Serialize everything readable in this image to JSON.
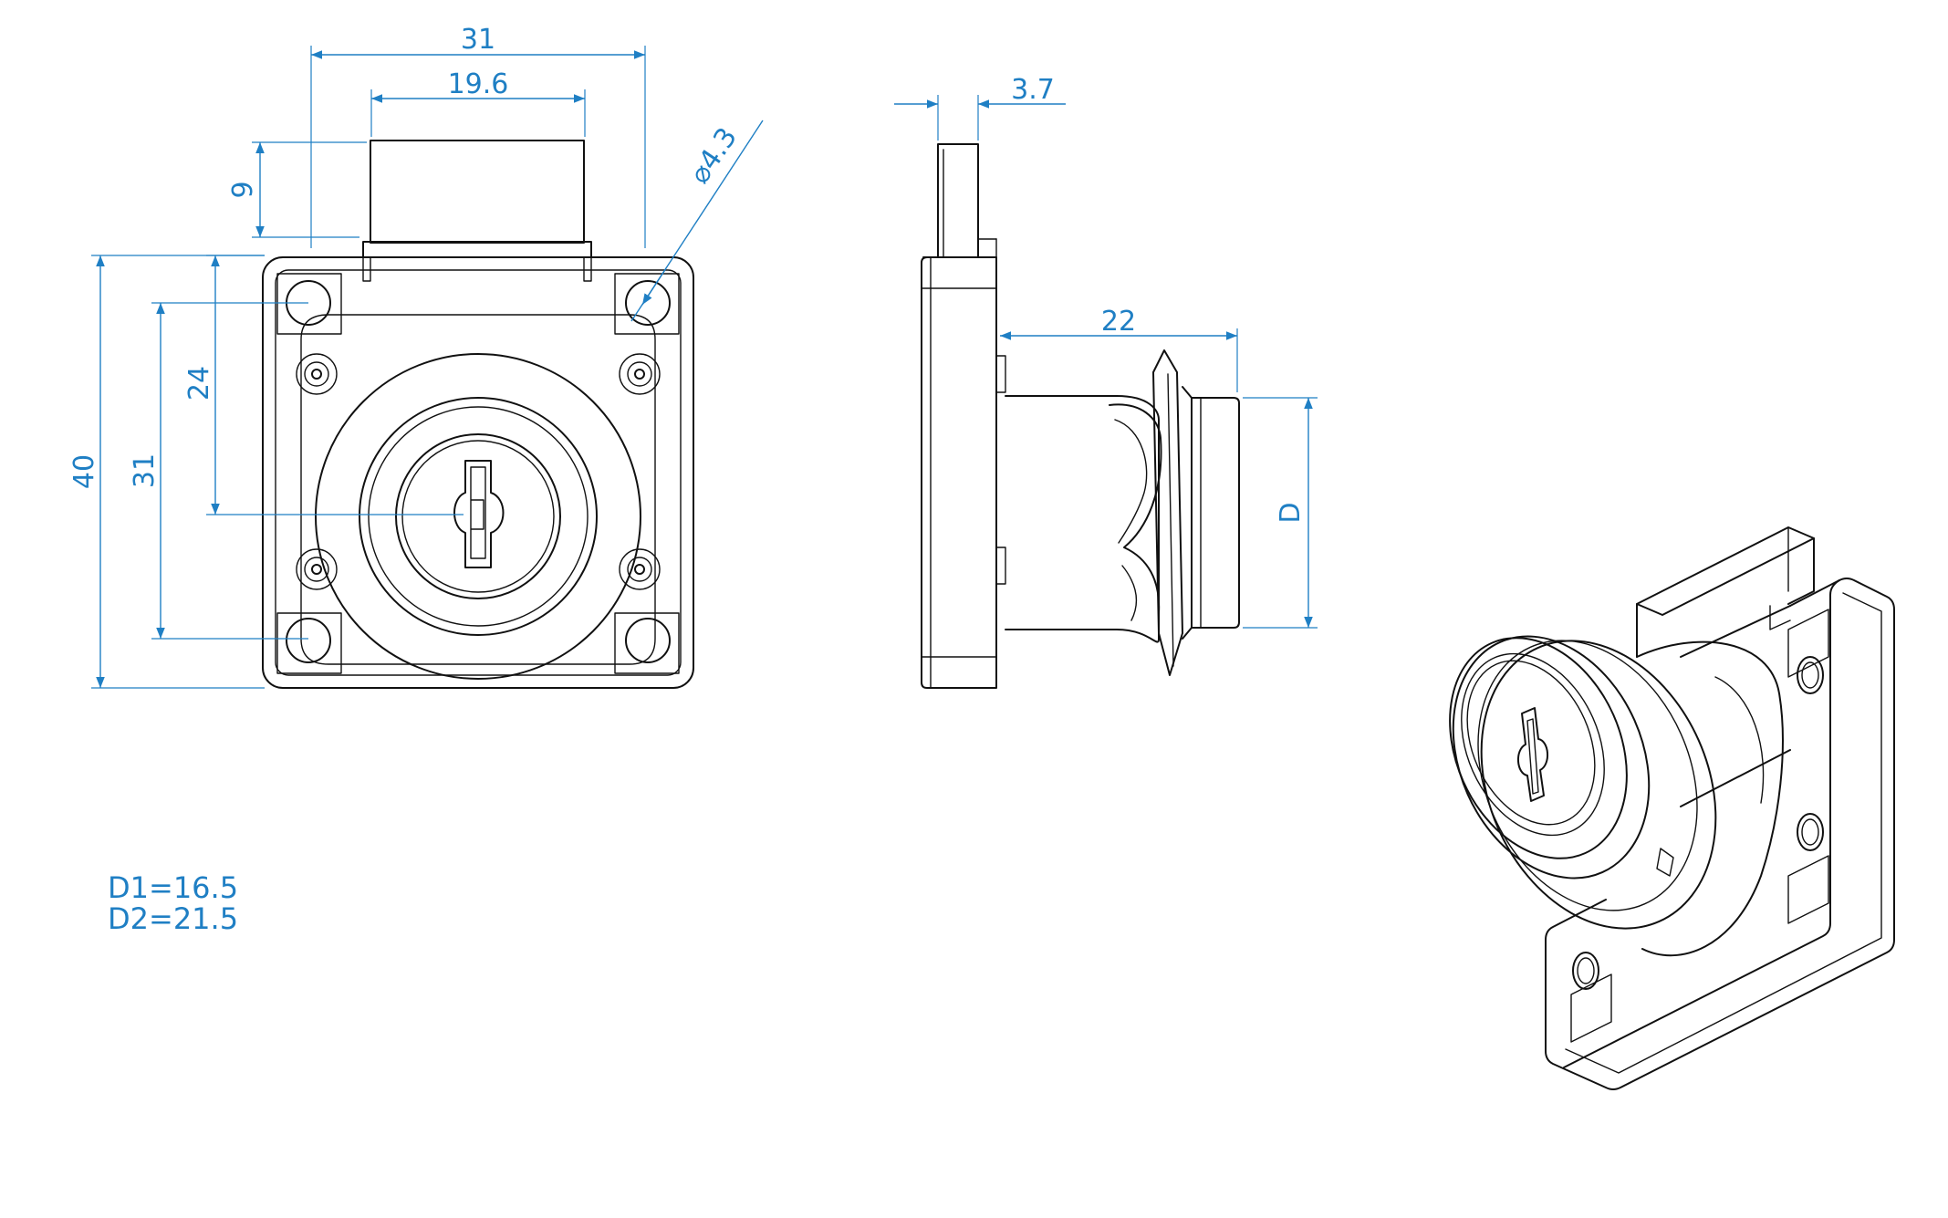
{
  "colors": {
    "dimension": "#1f7fc4",
    "outline": "#111111",
    "background": "#ffffff"
  },
  "front_view": {
    "dims": {
      "width_overall": "31",
      "bolt_width": "19.6",
      "bolt_height": "9",
      "height_overall": "40",
      "hole_spacing": "31",
      "key_center_offset": "24",
      "hole_diameter": "4.3",
      "diameter_symbol": "⌀"
    }
  },
  "side_view": {
    "dims": {
      "bolt_thickness": "3.7",
      "cylinder_length": "22",
      "cylinder_diameter": "D"
    }
  },
  "notes": {
    "d1": "D1=16.5",
    "d2": "D2=21.5"
  }
}
